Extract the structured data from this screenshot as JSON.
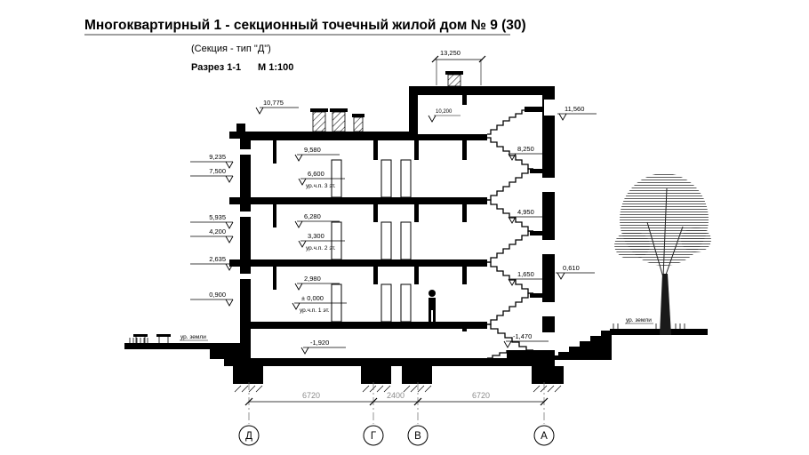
{
  "header": {
    "title": "Многоквартирный 1 - секционный точечный жилой дом № 9 (30)",
    "subtitle": "(Секция - тип \"Д\")",
    "view": "Разрез 1-1",
    "scale": "М 1:100"
  },
  "elev": {
    "tower_top": "13,250",
    "roof_left": "10,775",
    "tower_right": "11,560",
    "stair_upper": "10,200",
    "left": [
      "9,235",
      "7,500",
      "5,935",
      "4,200",
      "2,635",
      "0,900"
    ],
    "interior": [
      {
        "value": "9,580",
        "note": ""
      },
      {
        "value": "6,600",
        "note": "ур.ч.п. 3 эт."
      },
      {
        "value": "6,280",
        "note": ""
      },
      {
        "value": "3,300",
        "note": "ур.ч.п. 2 эт."
      },
      {
        "value": "2,980",
        "note": ""
      },
      {
        "value": "± 0,000",
        "note": "ур.ч.п. 1 эт."
      },
      {
        "value": "-1,920",
        "note": ""
      }
    ],
    "stair": [
      "8,250",
      "4,950",
      "1,650",
      "-1,470"
    ],
    "right": [
      "0,610"
    ]
  },
  "ground": {
    "left_label": "ур. земли",
    "right_label": "ур. земли"
  },
  "dims": [
    "6720",
    "2400",
    "6720"
  ],
  "axes": [
    "Д",
    "Г",
    "В",
    "А"
  ]
}
